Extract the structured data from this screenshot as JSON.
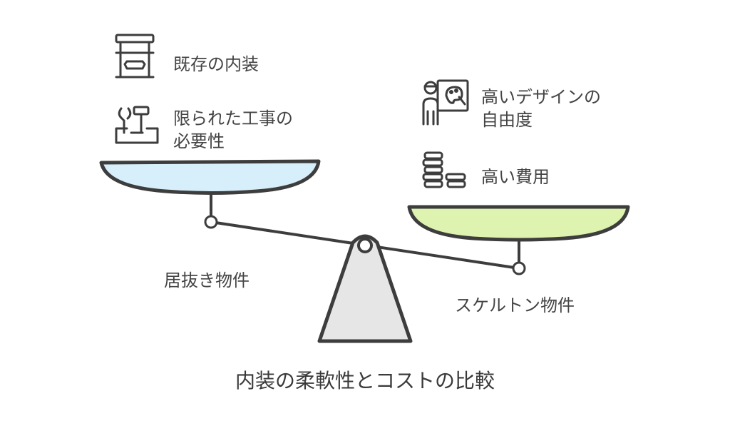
{
  "title": "内装の柔軟性とコストの比較",
  "left_side": {
    "name": "居抜き物件",
    "pan_color": "#d7effa",
    "items": [
      {
        "icon": "interior-icon",
        "label_line1": "既存の内装",
        "label_line2": ""
      },
      {
        "icon": "tools-icon",
        "label_line1": "限られた工事の",
        "label_line2": "必要性"
      }
    ]
  },
  "right_side": {
    "name": "スケルトン物件",
    "pan_color": "#dff3b0",
    "items": [
      {
        "icon": "designer-icon",
        "label_line1": "高いデザインの",
        "label_line2": "自由度"
      },
      {
        "icon": "coins-icon",
        "label_line1": "高い費用",
        "label_line2": ""
      }
    ]
  },
  "colors": {
    "stroke": "#3d3d3d",
    "fulcrum_fill": "#e6e6e6"
  }
}
